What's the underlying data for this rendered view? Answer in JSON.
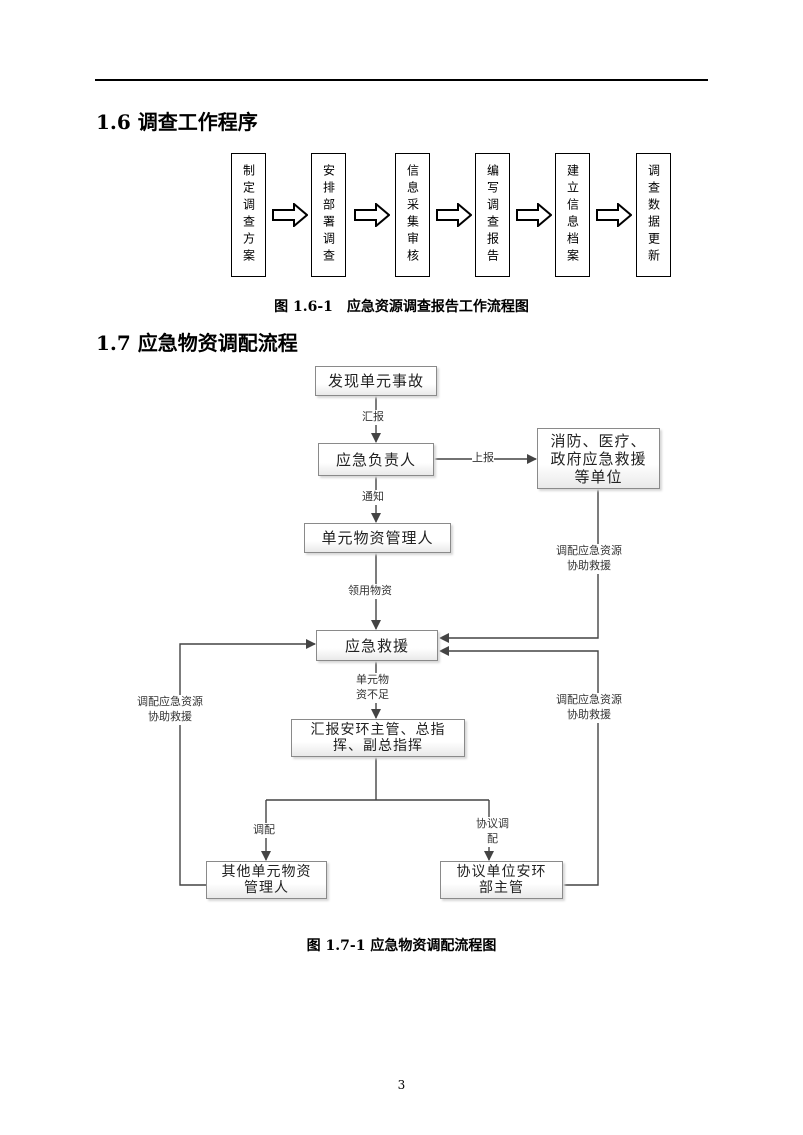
{
  "section_1_6": {
    "heading": "1.6 调查工作程序",
    "steps": [
      "制定调查方案",
      "安排部署调查",
      "信息采集审核",
      "编写调查报告",
      "建立信息档案",
      "调查数据更新"
    ],
    "caption": "图 1.6-1　应急资源调查报告工作流程图"
  },
  "section_1_7": {
    "heading": "1.7 应急物资调配流程",
    "nodes": {
      "discover": "发现单元事故",
      "responsible": "应急负责人",
      "external": "消防、医疗、\n政府应急救援\n等单位",
      "manager": "单元物资管理人",
      "rescue": "应急救援",
      "report": "汇报安环主管、总指\n挥、副总指挥",
      "other_manager": "其他单元物资\n管理人",
      "agreement": "协议单位安环\n部主管"
    },
    "edge_labels": {
      "report_up": "汇报",
      "submit": "上报",
      "notify": "通知",
      "collect": "领用物资",
      "dispatch_right": "调配应急资源\n协助救援",
      "insufficient": "单元物\n资不足",
      "dispatch_left": "调配应急资源\n协助救援",
      "dispatch_lower_right": "调配应急资源\n协助救援",
      "allocate": "调配",
      "agreement_allocate": "协议调\n配"
    },
    "caption": "图 1.7-1  应急物资调配流程图"
  },
  "page_number": "3"
}
